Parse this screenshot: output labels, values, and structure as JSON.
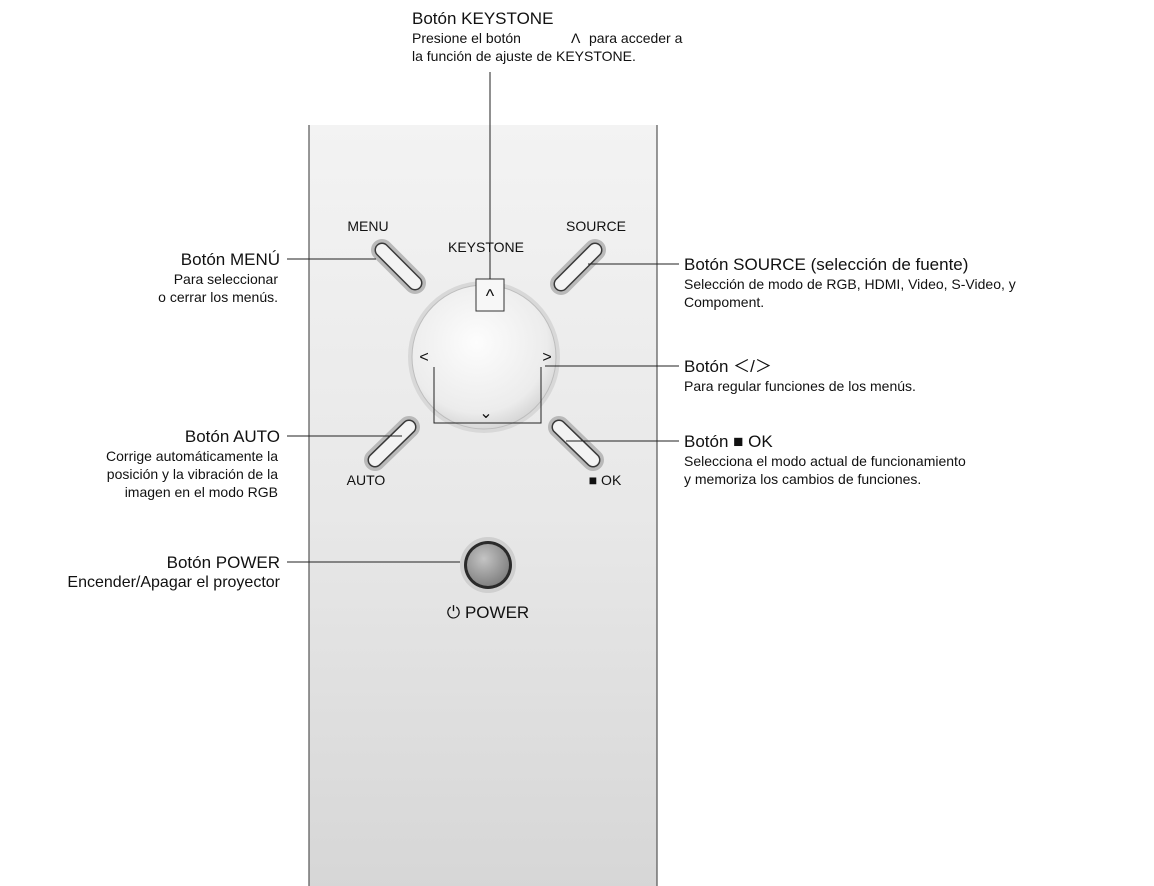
{
  "panel": {
    "menu_label": "MENU",
    "keystone_label": "KEYSTONE",
    "source_label": "SOURCE",
    "auto_label": "AUTO",
    "ok_label": "■ OK",
    "power_label": "⏻ POWER",
    "keystone_glyph": "^",
    "left_glyph": "<",
    "right_glyph": ">",
    "down_glyph": "⌄"
  },
  "callouts": {
    "keystone": {
      "title": "Botón KEYSTONE",
      "line1_a": "Presione el botón",
      "line1_icon": "Λ",
      "line1_b": "para acceder a",
      "line2": "la función de ajuste de KEYSTONE."
    },
    "menu": {
      "title": "Botón MENÚ",
      "line1": "Para seleccionar",
      "line2": "o cerrar los menús."
    },
    "auto": {
      "title": "Botón AUTO",
      "line1": "Corrige automáticamente la",
      "line2": "posición y la vibración de la",
      "line3": "imagen en el modo RGB"
    },
    "power": {
      "title": "Botón POWER",
      "line1": "Encender/Apagar el proyector"
    },
    "source": {
      "title": "Botón SOURCE (selección de fuente)",
      "line1": "Selección de modo de RGB, HDMI, Video, S-Video, y",
      "line2": "Compoment."
    },
    "arrows": {
      "title": "Botón ＜/＞",
      "line1": "Para regular funciones de los menús."
    },
    "ok": {
      "title": "Botón ■ OK",
      "line1": "Selecciona el modo actual de funcionamiento",
      "line2": "y memoriza los cambios de funciones."
    }
  },
  "colors": {
    "panel_top": "#f4f4f4",
    "panel_bottom": "#dcdcdc",
    "button_body": "#f2f2f2",
    "power_button": "#9a9a9a"
  }
}
